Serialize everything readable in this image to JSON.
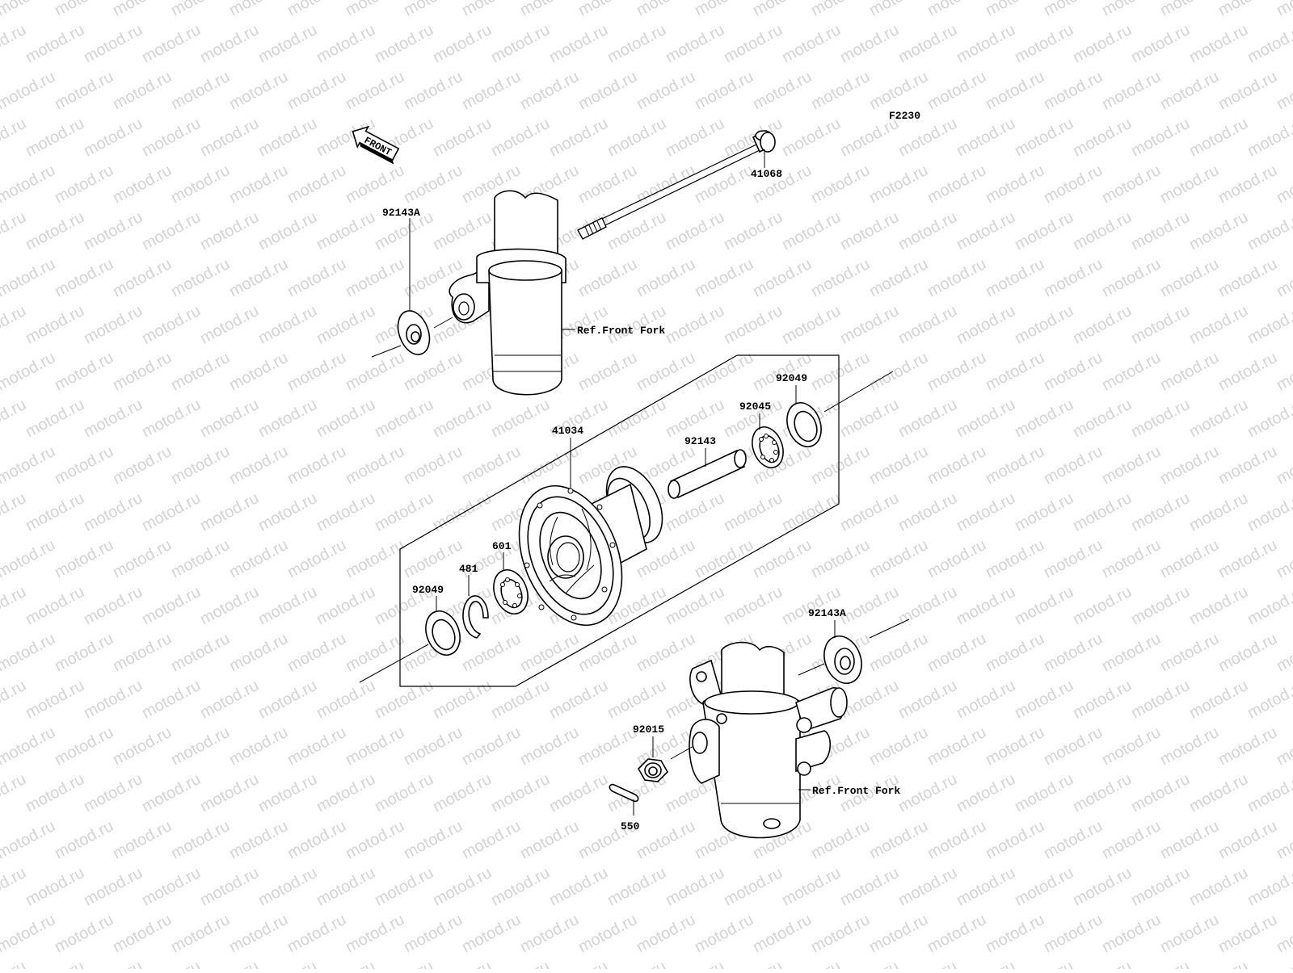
{
  "diagram_code": "F2230",
  "front_label": "FRONT",
  "watermark_text": "motod.ru",
  "references": {
    "front_fork_upper": "Ref.Front Fork",
    "front_fork_lower": "Ref.Front Fork"
  },
  "parts": {
    "axle": "41068",
    "collar_upper": "92143A",
    "hub": "41034",
    "seal_right": "92049",
    "bearing_right": "92045",
    "spacer": "92143",
    "bearing_left": "601",
    "circlip": "481",
    "seal_left": "92049",
    "collar_lower": "92143A",
    "nut": "92015",
    "cotter_pin": "550"
  }
}
